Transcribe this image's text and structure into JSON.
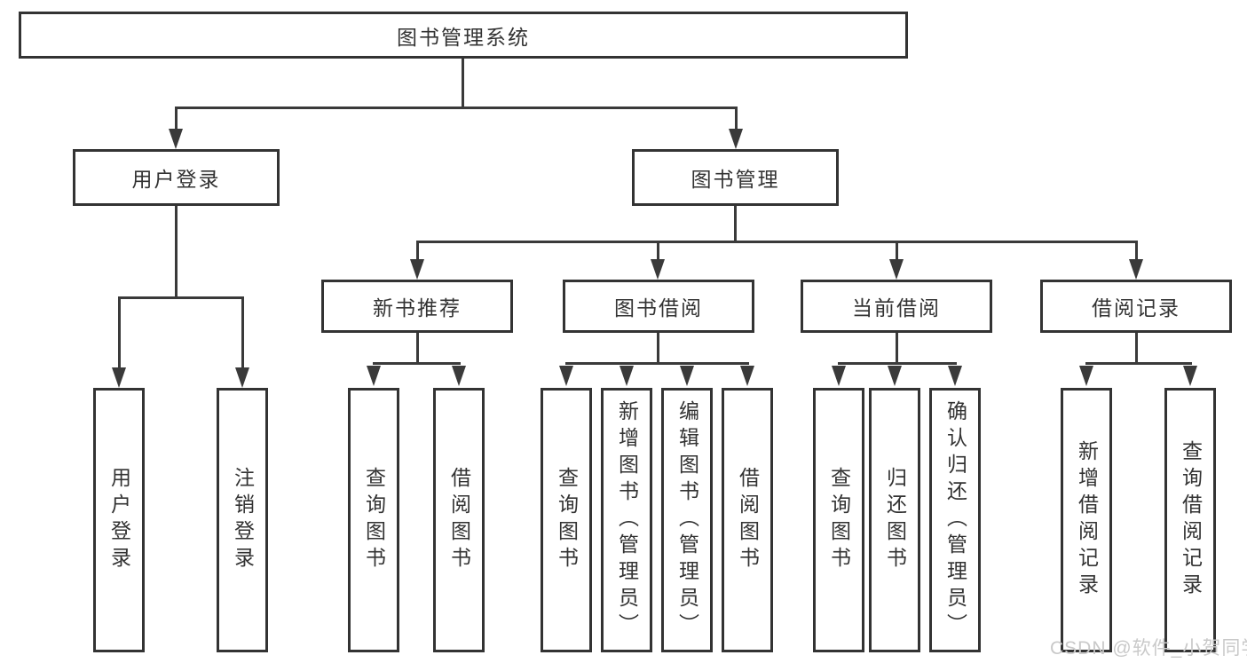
{
  "diagram": {
    "title_node": {
      "label": "图书管理系统"
    },
    "level2": [
      {
        "label": "用户登录"
      },
      {
        "label": "图书管理"
      }
    ],
    "level3": [
      {
        "label": "新书推荐"
      },
      {
        "label": "图书借阅"
      },
      {
        "label": "当前借阅"
      },
      {
        "label": "借阅记录"
      }
    ],
    "leaves": {
      "user_login": [
        {
          "label": "用户登录"
        },
        {
          "label": "注销登录"
        }
      ],
      "new_book": [
        {
          "label": "查询图书"
        },
        {
          "label": "借阅图书"
        }
      ],
      "book_borrow": [
        {
          "label": "查询图书"
        },
        {
          "label": "新增图书（管理员）"
        },
        {
          "label": "编辑图书（管理员）"
        },
        {
          "label": "借阅图书"
        }
      ],
      "current_borrow": [
        {
          "label": "查询图书"
        },
        {
          "label": "归还图书"
        },
        {
          "label": "确认归还（管理员）"
        }
      ],
      "borrow_record": [
        {
          "label": "新增借阅记录"
        },
        {
          "label": "查询借阅记录"
        }
      ]
    },
    "colors": {
      "border": "#333333",
      "line": "#3a3a3a",
      "text": "#333333",
      "background": "#ffffff",
      "watermark": "#c9c9c9"
    }
  },
  "watermark": {
    "text": "CSDN @软件_小贺同学"
  }
}
